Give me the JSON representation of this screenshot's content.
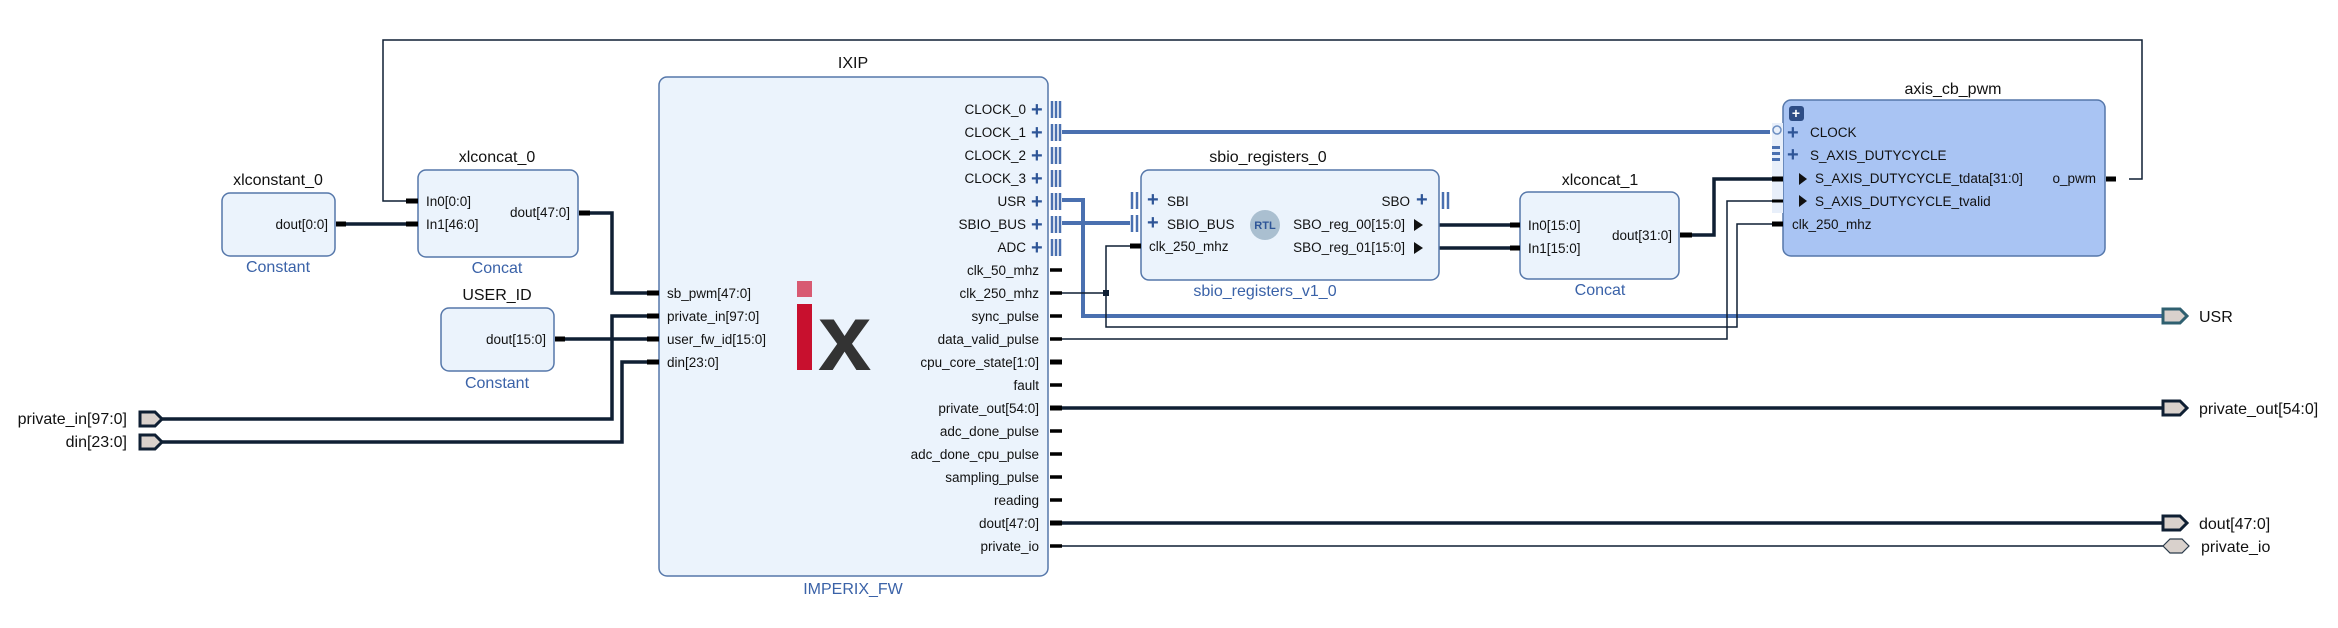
{
  "colors": {
    "wire": "#0f1f33",
    "interface": "#4a70b0",
    "block_fill": "#ebf3fc",
    "selected_fill": "#a9c4f3",
    "vlnv_text": "#3a62a8",
    "ix_red": "#c8102e",
    "ix_gray": "#333333"
  },
  "blocks": {
    "xlconstant_0": {
      "name": "xlconstant_0",
      "type": "Constant",
      "pins_out": [
        "dout[0:0]"
      ]
    },
    "xlconcat_0": {
      "name": "xlconcat_0",
      "type": "Concat",
      "pins_in": [
        "In0[0:0]",
        "In1[46:0]"
      ],
      "pins_out": [
        "dout[47:0]"
      ]
    },
    "user_id": {
      "name": "USER_ID",
      "type": "Constant",
      "pins_out": [
        "dout[15:0]"
      ]
    },
    "ixip": {
      "name": "IXIP",
      "type": "IMPERIX_FW",
      "logo": "ix",
      "pins_in": [
        "sb_pwm[47:0]",
        "private_in[97:0]",
        "user_fw_id[15:0]",
        "din[23:0]"
      ],
      "intf_out": [
        "CLOCK_0",
        "CLOCK_1",
        "CLOCK_2",
        "CLOCK_3",
        "USR",
        "SBIO_BUS",
        "ADC"
      ],
      "pins_out": [
        "clk_50_mhz",
        "clk_250_mhz",
        "sync_pulse",
        "data_valid_pulse",
        "cpu_core_state[1:0]",
        "fault",
        "private_out[54:0]",
        "adc_done_pulse",
        "adc_done_cpu_pulse",
        "sampling_pulse",
        "reading",
        "dout[47:0]",
        "private_io"
      ]
    },
    "sbio": {
      "name": "sbio_registers_0",
      "type": "sbio_registers_v1_0",
      "badge": "RTL",
      "intf_in": [
        "SBI",
        "SBIO_BUS"
      ],
      "pins_in": [
        "clk_250_mhz"
      ],
      "intf_out": [
        "SBO"
      ],
      "pins_out": [
        "SBO_reg_00[15:0]",
        "SBO_reg_01[15:0]"
      ]
    },
    "xlconcat_1": {
      "name": "xlconcat_1",
      "type": "Concat",
      "pins_in": [
        "In0[15:0]",
        "In1[15:0]"
      ],
      "pins_out": [
        "dout[31:0]"
      ]
    },
    "axis": {
      "name": "axis_cb_pwm",
      "intf_in": [
        "CLOCK",
        "S_AXIS_DUTYCYCLE"
      ],
      "pins_in": [
        "S_AXIS_DUTYCYCLE_tdata[31:0]",
        "S_AXIS_DUTYCYCLE_tvalid",
        "clk_250_mhz"
      ],
      "pins_out": [
        "o_pwm"
      ]
    }
  },
  "external_ports": {
    "inputs": [
      "private_in[97:0]",
      "din[23:0]"
    ],
    "outputs": [
      "USR",
      "private_out[54:0]",
      "dout[47:0]"
    ],
    "inout": [
      "private_io"
    ]
  }
}
